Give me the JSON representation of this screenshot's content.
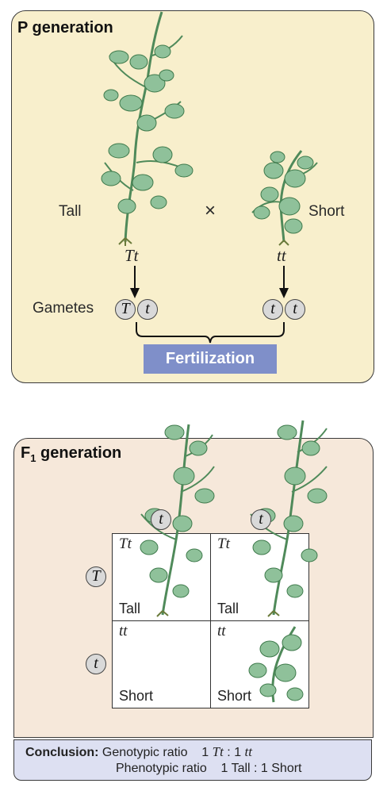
{
  "p_generation": {
    "title": "P generation",
    "tall_label": "Tall",
    "short_label": "Short",
    "cross_symbol": "×",
    "tall_genotype": "Tt",
    "short_genotype": "tt",
    "gametes_label": "Gametes",
    "tall_gametes": [
      "T",
      "t"
    ],
    "short_gametes": [
      "t",
      "t"
    ],
    "fertilization_label": "Fertilization"
  },
  "f1_generation": {
    "title_main": "F",
    "title_sub": "1",
    "title_rest": " generation",
    "column_alleles": [
      "t",
      "t"
    ],
    "row_alleles": [
      "T",
      "t"
    ],
    "cells": [
      {
        "genotype": "Tt",
        "phenotype": "Tall"
      },
      {
        "genotype": "Tt",
        "phenotype": "Tall"
      },
      {
        "genotype": "tt",
        "phenotype": ""
      },
      {
        "genotype": "tt",
        "phenotype": ""
      }
    ],
    "bottom_phenotypes": [
      "Short",
      "Short"
    ]
  },
  "conclusion": {
    "heading": "Conclusion:",
    "genotypic_label": "Genotypic ratio",
    "genotypic_value_a": "1",
    "genotypic_geno_a": "Tt",
    "genotypic_sep": ":",
    "genotypic_value_b": "1",
    "genotypic_geno_b": "tt",
    "phenotypic_label": "Phenotypic ratio",
    "phenotypic_value": "1 Tall : 1 Short"
  },
  "colors": {
    "p_panel_bg": "#f8efcc",
    "f1_panel_bg": "#f6e8da",
    "fertilization_bg": "#7f8fc9",
    "conclusion_bg": "#dde0f2",
    "leaf_green": "#7fb48a",
    "stem_green": "#4f8a5a"
  },
  "icons": [
    "tall-pea-plant-icon",
    "short-pea-plant-icon",
    "arrow-down-icon",
    "brace-icon"
  ]
}
